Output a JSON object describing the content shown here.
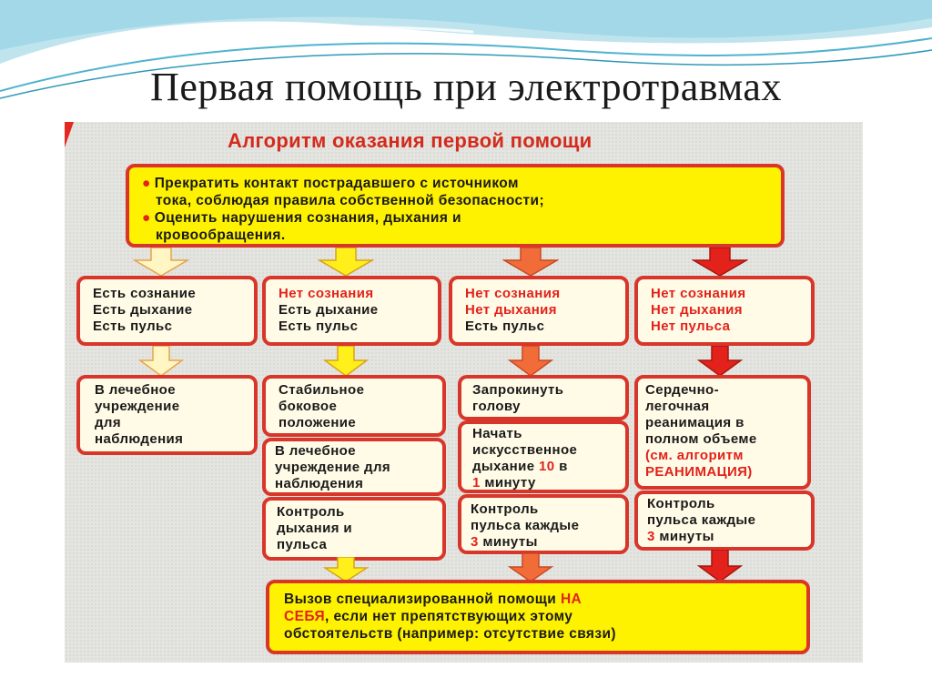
{
  "slide": {
    "title": "Первая помощь при электротравмах"
  },
  "diagram": {
    "heading": "Алгоритм оказания первой помощи",
    "top_box": {
      "lines": [
        "Прекратить контакт пострадавшего с источником",
        "тока, соблюдая правила собственной безопасности;",
        "Оценить нарушения сознания, дыхания и",
        "кровообращения."
      ]
    },
    "state_boxes": [
      {
        "lines": [
          "Есть сознание",
          "Есть дыхание",
          "Есть пульс"
        ]
      },
      {
        "lines": [
          "Нет сознания",
          "Есть дыхание",
          "Есть пульс"
        ]
      },
      {
        "lines": [
          "Нет сознания",
          "Нет дыхания",
          "Есть пульс"
        ]
      },
      {
        "lines": [
          "Нет сознания",
          "Нет дыхания",
          "Нет пульса"
        ]
      }
    ],
    "col1": {
      "lines": [
        "В лечебное",
        "учреждение",
        "для",
        "наблюдения"
      ]
    },
    "col2": [
      {
        "lines": [
          "Стабильное",
          "боковое",
          "положение"
        ]
      },
      {
        "lines": [
          "В лечебное",
          "учреждение для",
          "наблюдения"
        ]
      },
      {
        "lines": [
          "Контроль",
          "дыхания и",
          "пульса"
        ]
      }
    ],
    "col3": [
      {
        "lines": [
          "Запрокинуть",
          "голову"
        ]
      },
      {
        "lines": [
          "Начать",
          "искусственное",
          "дыхание",
          "10",
          "в",
          "1",
          "минуту"
        ]
      },
      {
        "lines": [
          "Контроль",
          "пульса каждые",
          "3",
          "минуты"
        ]
      }
    ],
    "col4": [
      {
        "lines": [
          "Сердечно-",
          "легочная",
          "реанимация в",
          "полном объеме",
          "(см. алгоритм",
          "РЕАНИМАЦИЯ)"
        ]
      },
      {
        "lines": [
          "Контроль",
          "пульса каждые",
          "3",
          "минуты"
        ]
      }
    ],
    "bottom_box": {
      "lines": [
        "Вызов специализированной помощи",
        "НА",
        "СЕБЯ",
        ", если нет препятствующих этому",
        "обстоятельств (например: отсутствие связи)"
      ]
    },
    "colors": {
      "accent_red": "#e2221b",
      "box_border": "#d8362a",
      "yellow": "#fff200",
      "arrow_light": "#fff6c4",
      "arrow_yellow": "#ffef1a",
      "arrow_orange": "#f26c3a",
      "arrow_red": "#e2221b"
    }
  }
}
